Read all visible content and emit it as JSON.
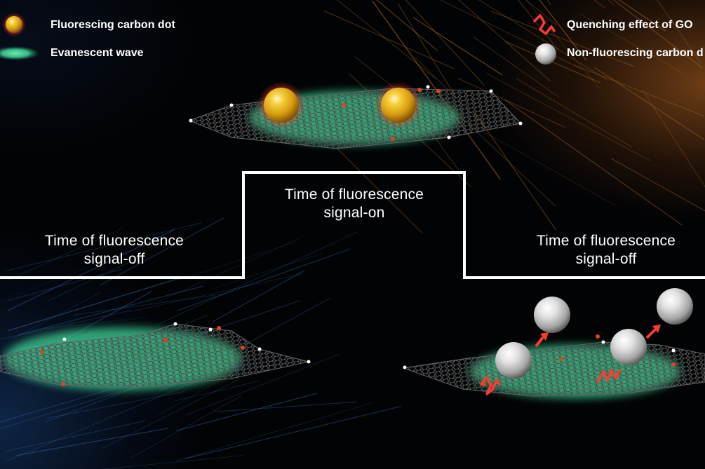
{
  "legend": {
    "fluorescing_dot": "Fluorescing carbon dot",
    "evanescent_wave": "Evanescent wave",
    "quenching": "Quenching effect of GO",
    "non_fluorescing_dot": "Non-fluorescing carbon d"
  },
  "phases": {
    "left": {
      "line1": "Time of fluorescence",
      "line2": "signal-off"
    },
    "middle": {
      "line1": "Time of fluorescence",
      "line2": "signal-on"
    },
    "right": {
      "line1": "Time of fluorescence",
      "line2": "signal-off"
    }
  },
  "signal_levels": [
    "off",
    "on",
    "off"
  ],
  "colors": {
    "gold_dot": "#e8a91c",
    "silver_dot": "#d8d8d8",
    "evanescent_green": "#3fe0a0",
    "quench_red": "#ff3b2f",
    "signal_line": "#ffffff"
  },
  "icons": [
    "gold-sphere-icon",
    "green-ellipse-icon",
    "red-squiggle-icon",
    "silver-sphere-icon"
  ]
}
